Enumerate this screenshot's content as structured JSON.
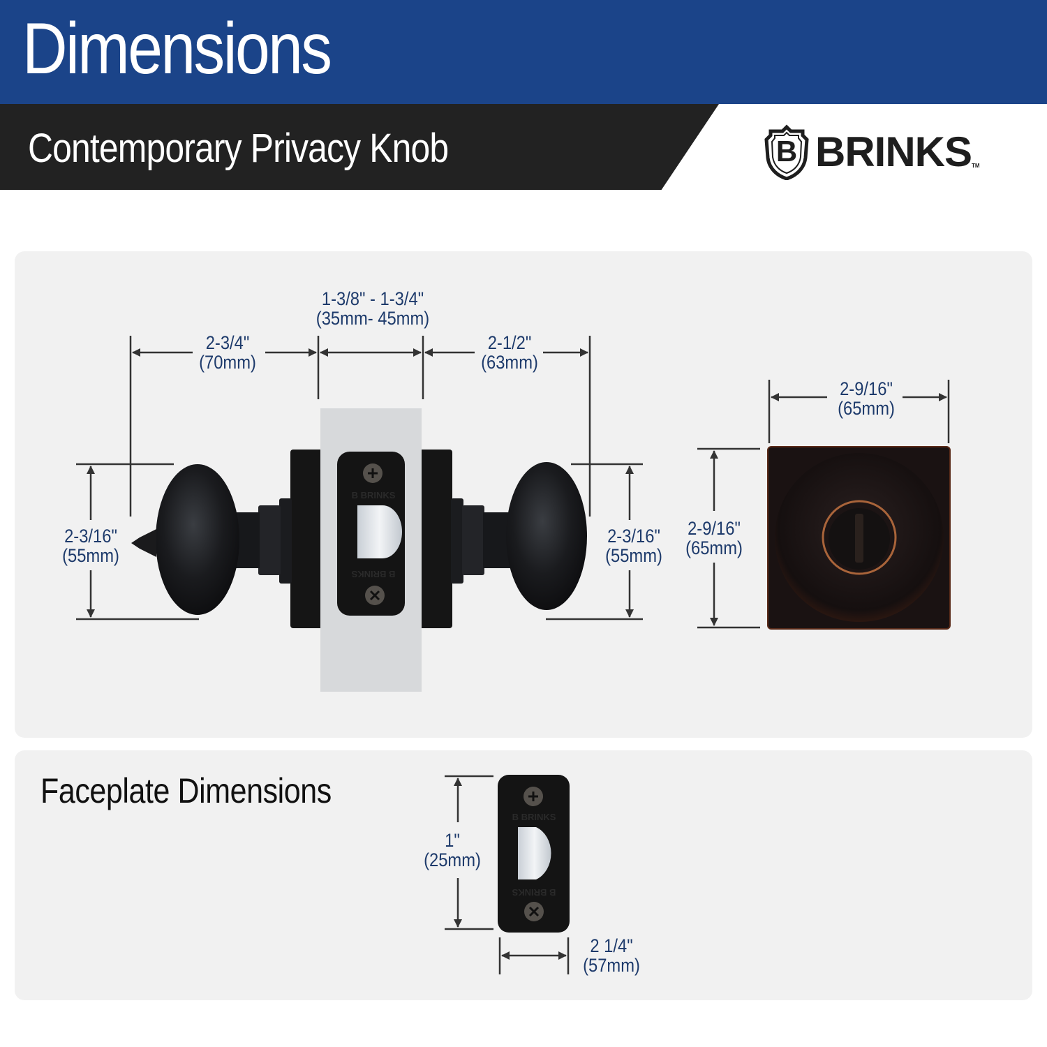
{
  "header": {
    "title": "Dimensions",
    "subtitle": "Contemporary Privacy Knob",
    "brand": {
      "name": "BRINKS",
      "badge_letter": "B",
      "trademark": "TM"
    },
    "colors": {
      "title_bar": "#1b4489",
      "subtitle_bar": "#222222",
      "dimension_text": "#1d3a6b",
      "panel_bg": "#f1f1f1"
    }
  },
  "main_diagram": {
    "side_view": {
      "left_knob_projection": {
        "imperial": "2-3/4\"",
        "metric": "(70mm)"
      },
      "door_thickness": {
        "imperial": "1-3/8\" - 1-3/4\"",
        "metric": "(35mm- 45mm)"
      },
      "right_knob_projection": {
        "imperial": "2-1/2\"",
        "metric": "(63mm)"
      },
      "left_knob_diameter": {
        "imperial": "2-3/16\"",
        "metric": "(55mm)"
      },
      "right_knob_diameter": {
        "imperial": "2-3/16\"",
        "metric": "(55mm)"
      },
      "latch_brand_text": "BRINKS"
    },
    "front_view": {
      "rose_width": {
        "imperial": "2-9/16\"",
        "metric": "(65mm)"
      },
      "rose_height": {
        "imperial": "2-9/16\"",
        "metric": "(65mm)"
      }
    }
  },
  "faceplate": {
    "title": "Faceplate Dimensions",
    "width": {
      "imperial": "1\"",
      "metric": "(25mm)"
    },
    "backset": {
      "imperial": "2 1/4\"",
      "metric": "(57mm)"
    },
    "brand_text": "BRINKS"
  }
}
